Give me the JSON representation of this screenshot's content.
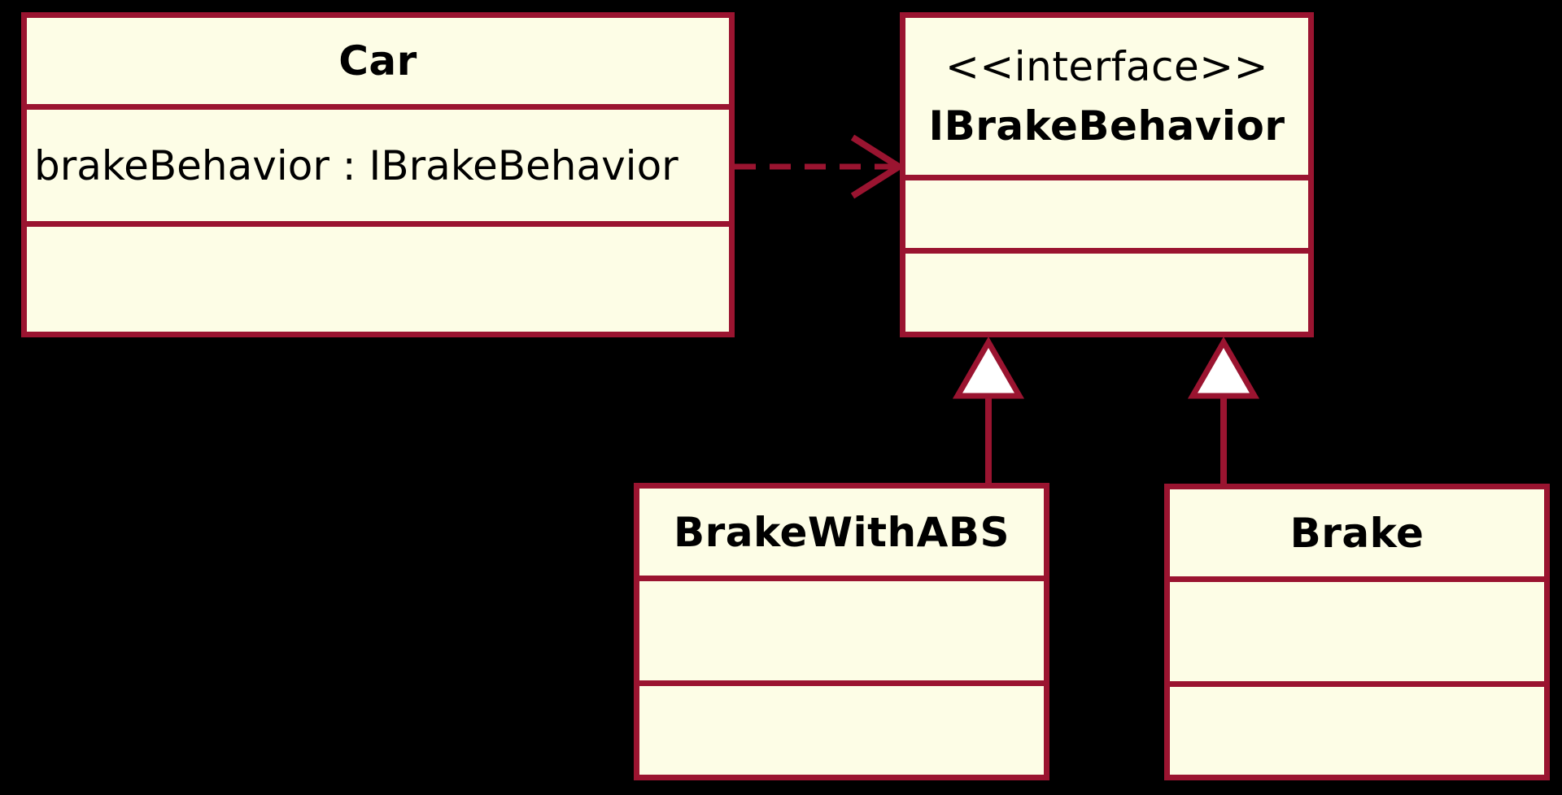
{
  "colors": {
    "background": "#000000",
    "box_fill": "#FDFDE6",
    "border": "#9A1430",
    "text": "#000000",
    "triangle_fill": "#FFFFFF"
  },
  "classes": {
    "car": {
      "name": "Car",
      "attributes": [
        "brakeBehavior : IBrakeBehavior"
      ]
    },
    "ibrakebehavior": {
      "stereotype": "<<interface>>",
      "name": "IBrakeBehavior"
    },
    "brake_with_abs": {
      "name": "BrakeWithABS"
    },
    "brake": {
      "name": "Brake"
    }
  },
  "relationships": [
    {
      "from": "Car",
      "to": "IBrakeBehavior",
      "type": "dependency",
      "style": "dashed-open-arrow"
    },
    {
      "from": "BrakeWithABS",
      "to": "IBrakeBehavior",
      "type": "realization",
      "style": "solid-hollow-triangle"
    },
    {
      "from": "Brake",
      "to": "IBrakeBehavior",
      "type": "realization",
      "style": "solid-hollow-triangle"
    }
  ]
}
